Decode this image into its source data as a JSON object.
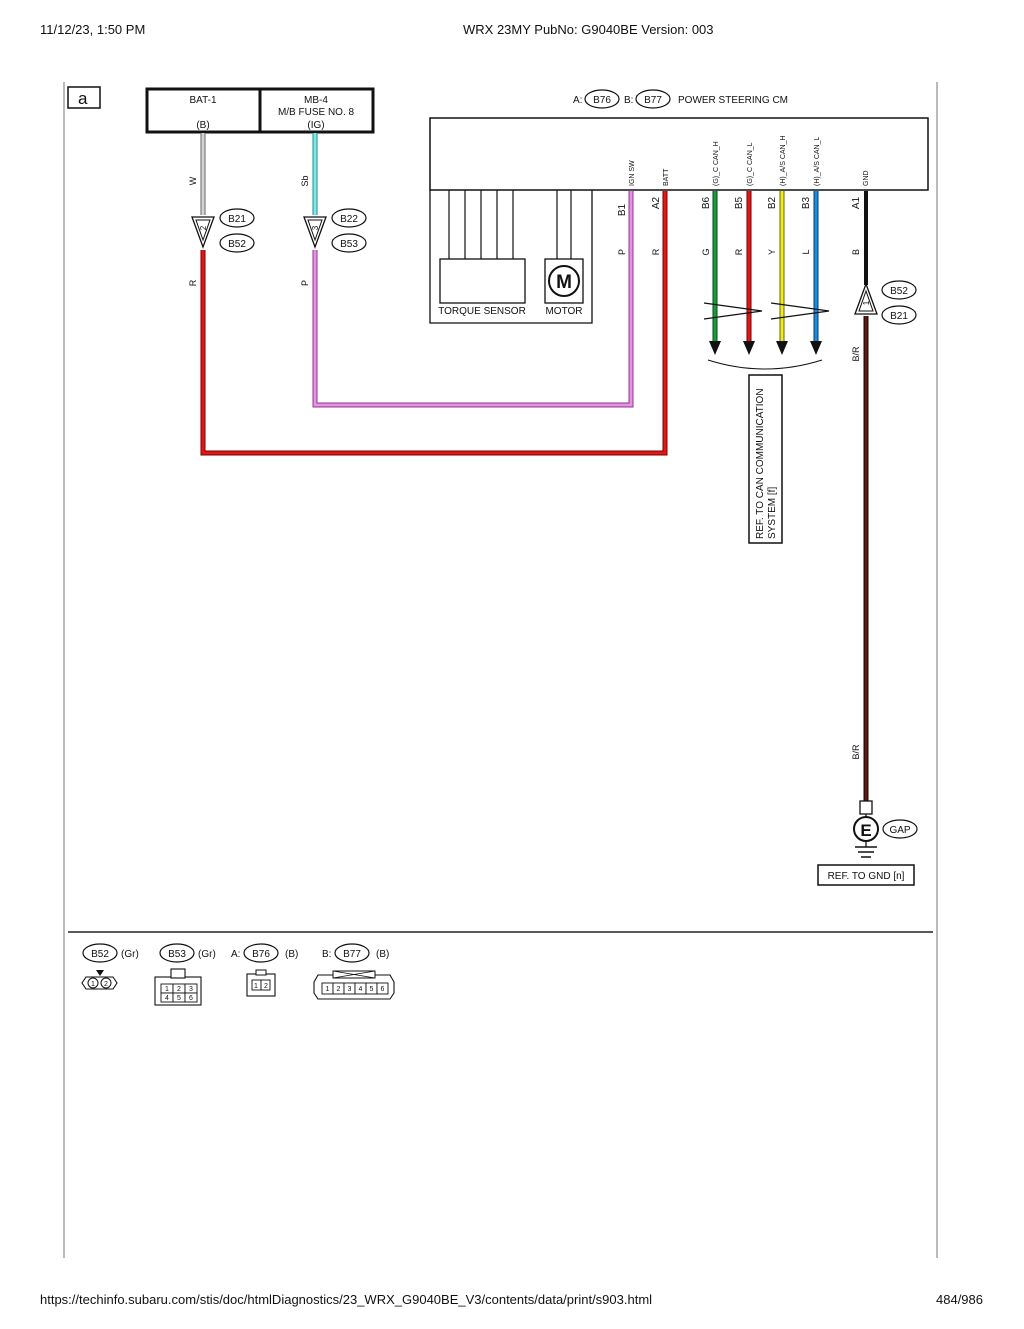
{
  "header": {
    "datetime": "11/12/23, 1:50 PM",
    "title": "WRX 23MY PubNo: G9040BE Version: 003"
  },
  "footer": {
    "url": "https://techinfo.subaru.com/stis/doc/htmlDiagnostics/23_WRX_G9040BE_V3/contents/data/print/s903.html",
    "page": "484/986"
  },
  "diagram": {
    "section_label": "a",
    "power_sources": [
      {
        "name": "BAT-1",
        "sub": "",
        "state": "(B)"
      },
      {
        "name": "MB-4",
        "sub": "M/B FUSE NO. 8",
        "state": "(IG)"
      }
    ],
    "control_module": {
      "prefix_a": "A:",
      "conn_a": "B76",
      "prefix_b": "B:",
      "conn_b": "B77",
      "name": "POWER STEERING CM",
      "torque_sensor": "TORQUE SENSOR",
      "motor": "MOTOR",
      "motor_symbol": "M",
      "pins": [
        {
          "signal": "IGN SW",
          "pin": "B1",
          "color": "P"
        },
        {
          "signal": "BATT",
          "pin": "A2",
          "color": "R"
        },
        {
          "signal": "(G)_C CAN_H",
          "pin": "B6",
          "color": "G"
        },
        {
          "signal": "(G)_C CAN_L",
          "pin": "B5",
          "color": "R"
        },
        {
          "signal": "(H)_A/S CAN_H",
          "pin": "B2",
          "color": "Y"
        },
        {
          "signal": "(H)_A/S CAN_L",
          "pin": "B3",
          "color": "L"
        },
        {
          "signal": "GND",
          "pin": "A1",
          "color": "B"
        }
      ]
    },
    "wires": {
      "bat_upper": "W",
      "bat_lower": "R",
      "fuse_upper": "Sb",
      "fuse_lower": "P",
      "gnd_upper": "B/R",
      "gnd_lower": "B/R"
    },
    "joints": [
      {
        "pin": "2",
        "top": "B21",
        "bottom": "B52"
      },
      {
        "pin": "3",
        "top": "B22",
        "bottom": "B53"
      },
      {
        "pin": "1",
        "top": "B52",
        "bottom": "B21"
      }
    ],
    "can_ref_line1": "REF. TO CAN COMMUNICATION",
    "can_ref_line2": "SYSTEM [f]",
    "ground_symbol": "E",
    "ground_name": "GAP",
    "gnd_ref": "REF. TO GND [n]",
    "colors": {
      "red": "#e01818",
      "pink": "#e690e6",
      "green": "#1a9a3c",
      "yellow": "#f2ea1a",
      "blue": "#1a8ce0",
      "black": "#111111",
      "brown_red": "#6a1414",
      "gray": "#bbbbbb",
      "sky": "#7fe8e8"
    }
  },
  "connectors": [
    {
      "prefix": "",
      "id": "B52",
      "color": "(Gr)",
      "pins": [
        "1",
        "2"
      ]
    },
    {
      "prefix": "",
      "id": "B53",
      "color": "(Gr)",
      "pins": [
        "1",
        "2",
        "3",
        "4",
        "5",
        "6"
      ]
    },
    {
      "prefix": "A:",
      "id": "B76",
      "color": "(B)",
      "pins": [
        "1",
        "2"
      ]
    },
    {
      "prefix": "B:",
      "id": "B77",
      "color": "(B)",
      "pins": [
        "1",
        "2",
        "3",
        "4",
        "5",
        "6"
      ]
    }
  ]
}
